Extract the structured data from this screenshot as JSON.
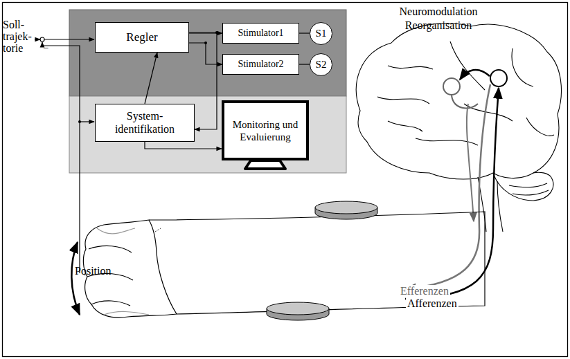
{
  "diagram": {
    "nodes": [
      {
        "text": [
          "Regler"
        ]
      },
      {
        "text": [
          "Stimulator1"
        ]
      },
      {
        "text": [
          "S1"
        ]
      },
      {
        "text": [
          "Stimulator2"
        ]
      },
      {
        "text": [
          "S2"
        ]
      },
      {
        "text": [
          "System- identifikation"
        ]
      },
      {
        "text": [
          "Monitoring und Evaluierung"
        ]
      }
    ],
    "edges": [
      {
        "from": 0,
        "to": 1,
        "arrow": "to"
      },
      {
        "from": 0,
        "to": 3,
        "arrow": "to"
      },
      {
        "from": 1,
        "to": 2,
        "arrow": "none"
      },
      {
        "from": 3,
        "to": 4,
        "arrow": "none"
      },
      {
        "from": 0,
        "to": 5,
        "arrow": "to"
      },
      {
        "from": 5,
        "to": 6,
        "arrow": "to"
      },
      {
        "from": 5,
        "to": 0,
        "arrow": "to"
      }
    ],
    "labels": [
      "Soll- trajek- torie",
      "–",
      "Position",
      "Neuromodulation",
      "Reorganisation",
      "Efferenzen",
      "Afferenzen"
    ]
  }
}
